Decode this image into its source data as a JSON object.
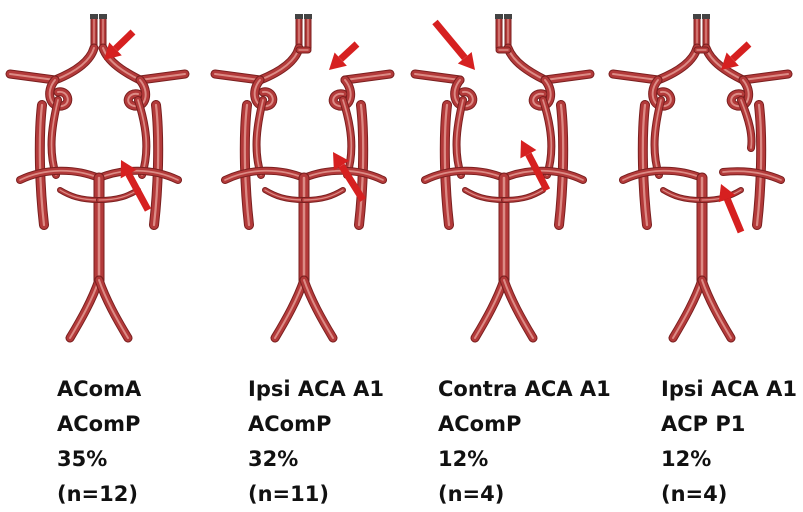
{
  "colors": {
    "vessel": "#b33a3a",
    "vessel_light": "#e39a93",
    "vessel_outline": "#7a1f1f",
    "arrow": "#d62020",
    "text": "#111111"
  },
  "panels": [
    {
      "label_1": "AComA",
      "label_2": "AComP",
      "percent": "35%",
      "count": "(n=12)"
    },
    {
      "label_1": "Ipsi ACA A1",
      "label_2": "AComP",
      "percent": "32%",
      "count": "(n=11)"
    },
    {
      "label_1": "Contra ACA A1",
      "label_2": "AComP",
      "percent": "12%",
      "count": "(n=4)"
    },
    {
      "label_1": "Ipsi ACA A1",
      "label_2": "ACP P1",
      "percent": "12%",
      "count": "(n=4)"
    }
  ]
}
